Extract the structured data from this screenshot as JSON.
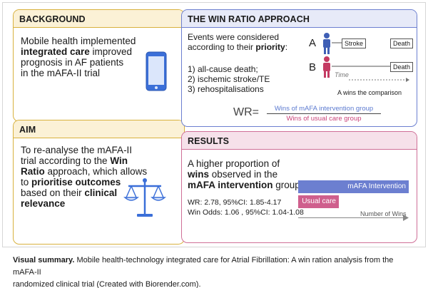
{
  "background": {
    "heading": "BACKGROUND",
    "l1": "Mobile health implemented",
    "l2_bold": "integrated care",
    "l2_rest": " improved",
    "l3": "prognosis in AF patients",
    "l4": "in the mAFA-II trial"
  },
  "aim": {
    "heading": "AIM",
    "l1": "To re-analyse the mAFA-II",
    "l2_pre": "trial according to the ",
    "l2_bold": "Win",
    "l3_bold": "Ratio",
    "l3_rest": " approach, which allows",
    "l4_pre": "to ",
    "l4_bold": "prioritise outcomes",
    "l5_pre": "based on their ",
    "l5_bold": "clinical",
    "l6_bold": "relevance"
  },
  "win_ratio": {
    "heading": "THE WIN RATIO APPROACH",
    "intro_l1": "Events were considered",
    "intro_l2_pre": "according to their ",
    "intro_l2_bold": "priority",
    "intro_l2_post": ":",
    "item1": "1) all-cause death;",
    "item2": "2) ischemic stroke/TE",
    "item3": "3) rehospitalisations",
    "patient_a": "A",
    "patient_b": "B",
    "event_stroke": "Stroke",
    "event_death": "Death",
    "event_death_b": "Death",
    "time_label": "Time",
    "comparison_note": "A wins the comparison",
    "formula_label": "WR=",
    "numerator": "Wins of mAFA intervention group",
    "denominator": "Wins of usual care group",
    "colors": {
      "patient_a": "#3f5fb5",
      "patient_b": "#c43b63",
      "formula_top": "#5b7ad0",
      "formula_bottom": "#c9447a"
    }
  },
  "results": {
    "heading": "RESULTS",
    "l1": "A higher proportion of",
    "l2_bold": "wins",
    "l2_rest": "  observed in the",
    "l3_bold": "mAFA intervention",
    "l3_rest": " group",
    "stat_wr": "WR: 2.78, 95%CI: 1.85-4.17",
    "stat_wo": "Win Odds: 1.06 , 95%CI: 1.04-1.08",
    "chart_data": {
      "type": "bar",
      "categories": [
        "mAFA Intervention",
        "Usual care"
      ],
      "xlabel": "Number of Wins",
      "colors": [
        "#6c7fd0",
        "#cf5f8d"
      ]
    }
  },
  "caption": {
    "bold": "Visual summary.",
    "l1": " Mobile health-technology integrated care for Atrial Fibrillation: A win ration analysis from the mAFA-II",
    "l2": "randomized clinical trial (Created with Biorender.com)."
  }
}
